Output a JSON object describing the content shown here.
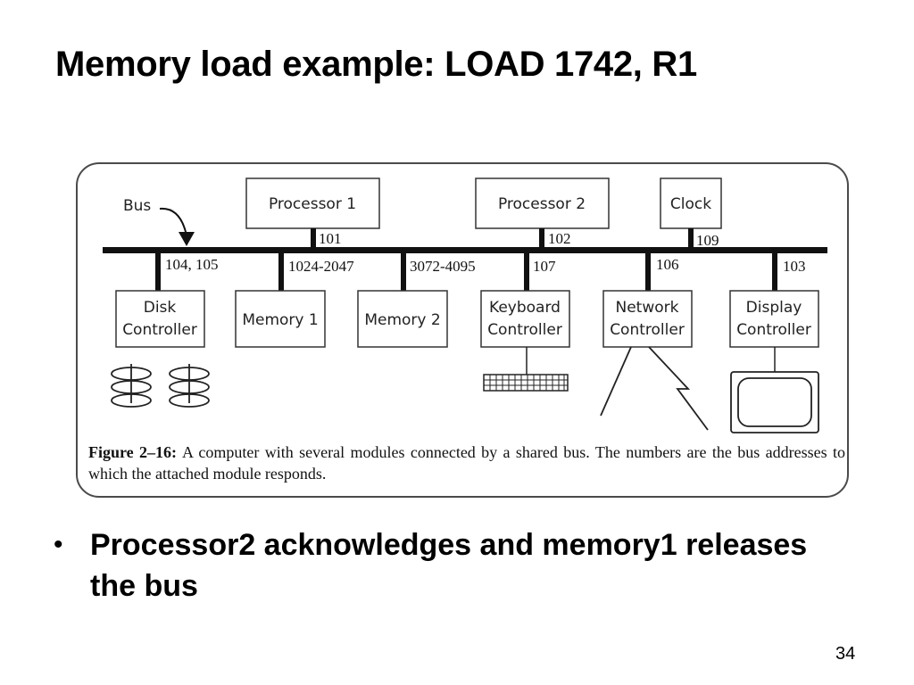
{
  "slide": {
    "title": "Memory load example: LOAD 1742, R1",
    "bullets": [
      "Processor2 acknowledges and memory1 releases the bus"
    ],
    "page_number": "34"
  },
  "diagram": {
    "bus_label": "Bus",
    "top_modules": [
      {
        "label": "Processor 1",
        "address": "101"
      },
      {
        "label": "Processor 2",
        "address": "102"
      },
      {
        "label": "Clock",
        "address": "109"
      }
    ],
    "bottom_modules": [
      {
        "lines": [
          "Disk",
          "Controller"
        ],
        "address": "104, 105"
      },
      {
        "lines": [
          "Memory 1"
        ],
        "address": "1024-2047"
      },
      {
        "lines": [
          "Memory 2"
        ],
        "address": "3072-4095"
      },
      {
        "lines": [
          "Keyboard",
          "Controller"
        ],
        "address": "107"
      },
      {
        "lines": [
          "Network",
          "Controller"
        ],
        "address": "106"
      },
      {
        "lines": [
          "Display",
          "Controller"
        ],
        "address": "103"
      }
    ],
    "caption_label": "Figure 2–16:",
    "caption_text": "A computer with several modules connected by a shared bus. The numbers are the bus addresses to which the attached module responds."
  }
}
